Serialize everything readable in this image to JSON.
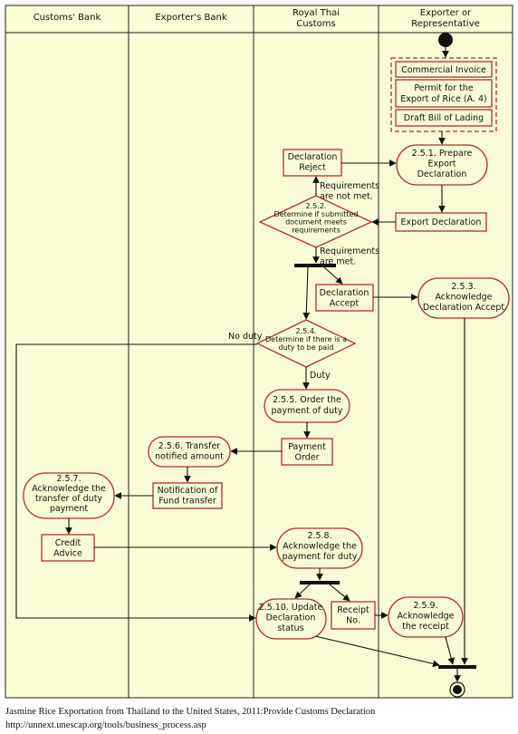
{
  "colors": {
    "lane_bg": "#fbfbd5",
    "node_stroke": "#b03030",
    "line": "#111111",
    "frame": "#222222"
  },
  "lanes": [
    "Customs' Bank",
    "Exporter's Bank",
    "Royal Thai\nCustoms",
    "Exporter or\nRepresentative"
  ],
  "nodes": {
    "commercial_invoice": "Commercial Invoice",
    "permit_rice": "Permit for the\nExport of Rice (A. 4)",
    "draft_bill": "Draft Bill of Lading",
    "prepare_declaration": "2.5.1. Prepare\nExport\nDeclaration",
    "declaration_reject": "Declaration\nReject",
    "export_declaration": "Export Declaration",
    "determine_requirements": "2.5.2.\nDetermine if submitted\ndocument meets\nrequirements",
    "declaration_accept": "Declaration\nAccept",
    "acknowledge_accept": "2.5.3.\nAcknowledge\nDeclaration Accept",
    "determine_duty": "2.5.4.\nDetermine if there is a\nduty to be paid",
    "order_payment": "2.5.5. Order the\npayment of duty",
    "payment_order": "Payment\nOrder",
    "transfer_amount": "2.5.6. Transfer\nnotified amount",
    "notification_transfer": "Notification of\nFund transfer",
    "acknowledge_transfer": "2.5.7.\nAcknowledge the\ntransfer of duty\npayment",
    "credit_advice": "Credit\nAdvice",
    "acknowledge_payment": "2.5.8.\nAcknowledge the\npayment for duty",
    "update_status": "2.5.10. Update\nDeclaration\nstatus",
    "receipt_no": "Receipt\nNo.",
    "acknowledge_receipt": "2.5.9.\nAcknowledge\nthe receipt"
  },
  "guards": {
    "not_met": "Requirements\nare not met.",
    "met": "Requirements\nare met.",
    "no_duty": "No duty",
    "duty": "Duty"
  },
  "caption": {
    "line1": "Jasmine Rice Exportation from Thailand to the United States, 2011:Provide Customs Declaration",
    "line2": "http://unnext.unescap.org/tools/business_process.asp"
  }
}
